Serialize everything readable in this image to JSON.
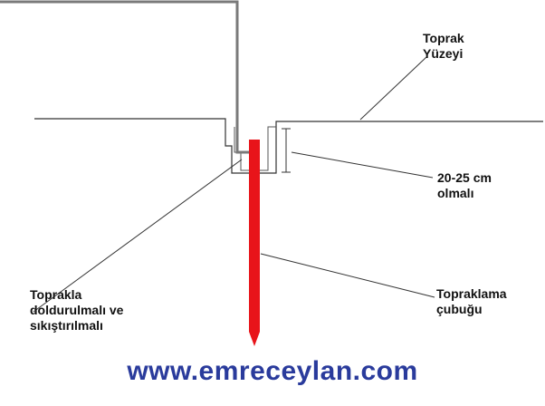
{
  "labels": {
    "ground_surface": [
      "Toprak",
      "Yüzeyi"
    ],
    "depth": [
      "20-25 cm",
      "olmalı"
    ],
    "fill": [
      "Toprakla",
      "doldurulmalı ve",
      "sıkıştırılmalı"
    ],
    "rod": [
      "Topraklama",
      "çubuğu"
    ]
  },
  "watermark": "www.emreceylan.com",
  "colors": {
    "rod": "#e8141a",
    "lines": "#333333",
    "cable": "#777777",
    "watermark": "#2a3b9c"
  }
}
